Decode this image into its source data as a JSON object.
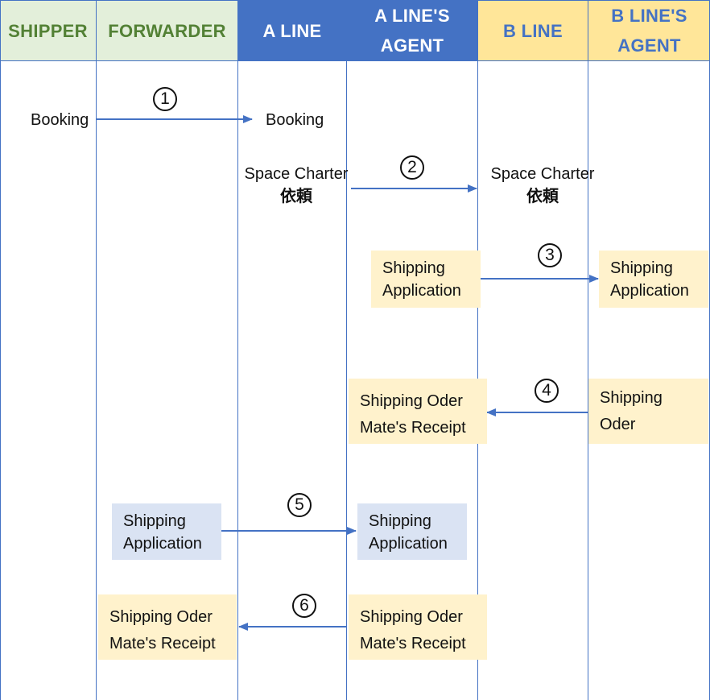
{
  "lanes": [
    {
      "label_lines": [
        "SHIPPER"
      ],
      "style": "green"
    },
    {
      "label_lines": [
        "FORWARDER"
      ],
      "style": "green"
    },
    {
      "label_lines": [
        "A LINE"
      ],
      "style": "blue"
    },
    {
      "label_lines": [
        "A LINE'S",
        "AGENT"
      ],
      "style": "blue"
    },
    {
      "label_lines": [
        "B LINE"
      ],
      "style": "yellow"
    },
    {
      "label_lines": [
        "B LINE'S",
        "AGENT"
      ],
      "style": "yellow"
    }
  ],
  "steps": [
    {
      "number": "1"
    },
    {
      "number": "2"
    },
    {
      "number": "3"
    },
    {
      "number": "4"
    },
    {
      "number": "5"
    },
    {
      "number": "6"
    }
  ],
  "labels": {
    "shipper_booking": "Booking",
    "aline_booking": "Booking",
    "aline_space_charter": "Space Charter",
    "aline_space_charter_jp": "依頼",
    "bline_space_charter": "Space Charter",
    "bline_space_charter_jp": "依頼"
  },
  "boxes": {
    "agent_a_app": [
      "Shipping",
      "Application"
    ],
    "agent_b_app": [
      "Shipping",
      "Application"
    ],
    "agent_a_order": [
      "Shipping Oder",
      "Mate's Receipt"
    ],
    "agent_b_order": [
      "Shipping",
      "Oder"
    ],
    "forwarder_app": [
      "Shipping",
      "Application"
    ],
    "agent_a_app2": [
      "Shipping",
      "Application"
    ],
    "forwarder_order": [
      "Shipping Oder",
      "Mate's Receipt"
    ],
    "agent_a_order2": [
      "Shipping Oder",
      "Mate's Receipt"
    ]
  },
  "colors": {
    "arrow": "#4472c4",
    "lane_line": "#4472c4"
  }
}
